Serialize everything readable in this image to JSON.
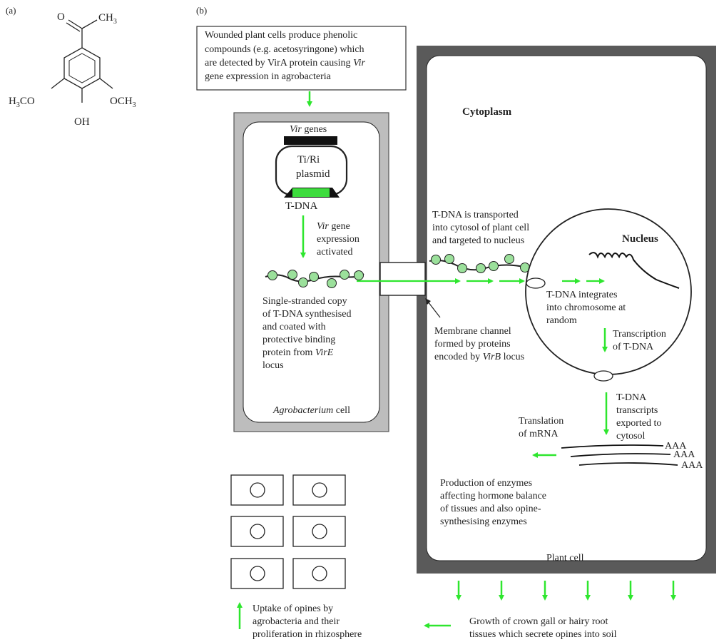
{
  "panel_a": {
    "label": "(a)",
    "ketone_o": "O",
    "methyl": "CH",
    "methyl_sub": "3",
    "left_group_prefix": "H",
    "left_group_sub": "3",
    "left_group_suffix": "CO",
    "right_group": "OCH",
    "right_group_sub": "3",
    "hydroxyl": "OH"
  },
  "panel_b": {
    "label": "(b)",
    "top_note": [
      "Wounded plant cells produce phenolic",
      "compounds (e.g. acetosyringone) which",
      "are detected by VirA protein causing ",
      "gene expression in agrobacteria"
    ],
    "top_note_vir": "Vir",
    "cytoplasm": "Cytoplasm",
    "nucleus": "Nucleus",
    "vir_genes_italic": "Vir",
    "vir_genes_rest": " genes",
    "plasmid": [
      "Ti/Ri",
      "plasmid"
    ],
    "tdna": "T-DNA",
    "vir_expression": [
      "gene",
      "expression",
      "activated"
    ],
    "vir_expression_italic": "Vir",
    "single_strand": [
      "Single-stranded copy",
      "of T-DNA synthesised",
      "and coated with",
      "protective binding",
      "protein from "
    ],
    "single_strand_italic": "VirE",
    "single_strand_last": "locus",
    "agro_cell_italic": "Agrobacterium",
    "agro_cell_rest": " cell",
    "transport": [
      "T-DNA is transported",
      "into cytosol of plant cell",
      "and targeted to nucleus"
    ],
    "membrane": [
      "Membrane channel",
      "formed by proteins",
      "encoded by "
    ],
    "membrane_italic": "VirB",
    "membrane_rest": " locus",
    "integrates": [
      "T-DNA integrates",
      "into chromosome at",
      "random"
    ],
    "transcription": [
      "Transcription",
      "of T-DNA"
    ],
    "transcripts": [
      "T-DNA",
      "transcripts",
      "exported to",
      "cytosol"
    ],
    "translation": [
      "Translation",
      "of mRNA"
    ],
    "poly_a": [
      "AAA",
      "AAA",
      "AAA"
    ],
    "enzymes": [
      "Production of enzymes",
      "affecting hormone balance",
      "of tissues and also opine-",
      "synthesising enzymes"
    ],
    "plant_cell": "Plant cell",
    "uptake": [
      "Uptake of opines by",
      "agrobacteria and their",
      "proliferation in rhizosphere"
    ],
    "growth": [
      "Growth of crown gall or hairy root",
      "tissues which secrete opines into soil"
    ]
  },
  "colors": {
    "arrow_green": "#2ee62e",
    "plasmid_green": "#3ddc3d",
    "bead_green": "#9be09b",
    "wall_gray": "#5a5a5a",
    "agro_gray": "#bdbdbd"
  }
}
